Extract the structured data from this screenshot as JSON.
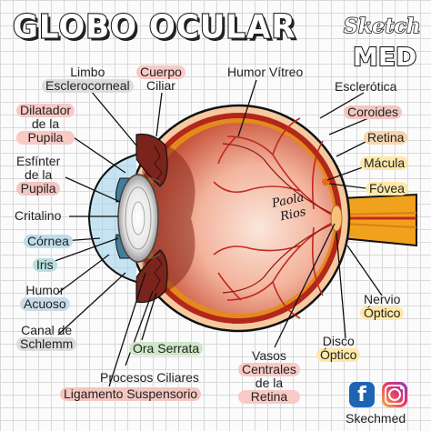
{
  "title": "GLOBO OCULAR",
  "brand": {
    "line1": "Sketch",
    "line2": "MED"
  },
  "signature": {
    "line1": "Paola",
    "line2": "Rios"
  },
  "labels": {
    "limbo": [
      "Limbo",
      "Esclerocorneal"
    ],
    "cuerpo_ciliar": [
      "Cuerpo",
      "Ciliar"
    ],
    "humor_vitreo": "Humor Vítreo",
    "esclerotica": "Esclerótica",
    "dilatador": [
      "Dilatador",
      "de la",
      "Pupila"
    ],
    "coroides": "Coroides",
    "retina": "Retina",
    "macula": "Mácula",
    "esfinter": [
      "Esfínter",
      "de la",
      "Pupila"
    ],
    "fovea": "Fóvea",
    "cristalino": "Critalino",
    "cornea": "Córnea",
    "iris": "Iris",
    "humor_acuoso": [
      "Humor",
      "Acuoso"
    ],
    "nervio_optico": [
      "Nervio",
      "Óptico"
    ],
    "canal_schlemm": [
      "Canal de",
      "Schlemm"
    ],
    "disco_optico": [
      "Disco",
      "Óptico"
    ],
    "vasos": [
      "Vasos",
      "Centrales",
      "de la",
      "Retina"
    ],
    "ora_serrata": "Ora Serrata",
    "procesos_ciliares": "Procesos Ciliares",
    "ligamento": "Ligamento Suspensorio"
  },
  "social": {
    "facebook_glyph": "f",
    "handle": "Skechmed",
    "icons": [
      "facebook-icon",
      "instagram-icon"
    ]
  }
}
